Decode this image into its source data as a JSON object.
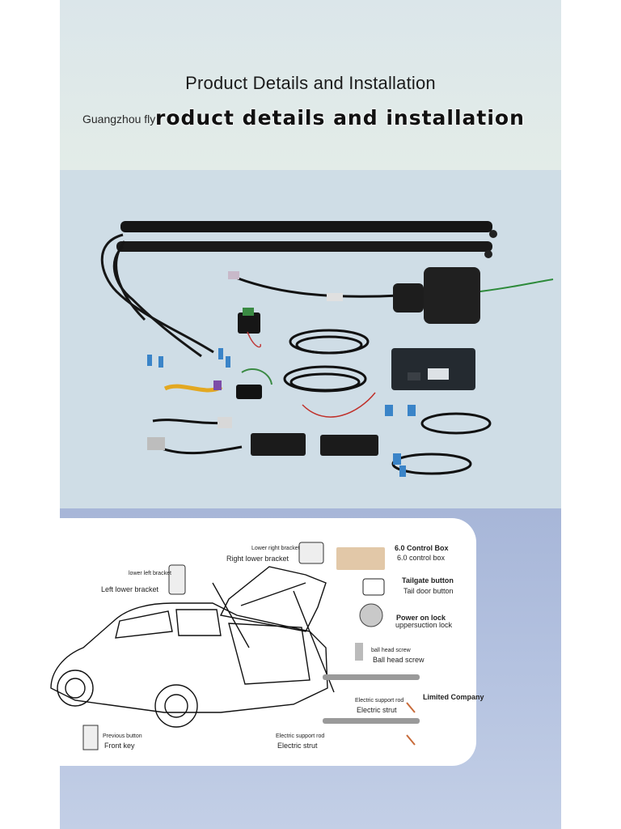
{
  "header": {
    "title": "Product Details and Installation",
    "company": "Guangzhou fly",
    "subtitle": "roduct details and installation"
  },
  "diagram": {
    "labels": {
      "lower_right_bracket_en": "Lower right bracket",
      "right_lower_bracket": "Right lower bracket",
      "lower_left_bracket": "lower left bracket",
      "left_lower_bracket": "Left lower bracket",
      "control_box_bold": "6.0 Control Box",
      "control_box": "6.0 control box",
      "tailgate_button": "Tailgate button",
      "tail_door_button": "Tail door button",
      "power_on_lock": "Power on lock",
      "suction_lock": "uppersuction lock",
      "ball_head_screw_small": "ball head screw",
      "ball_head_screw": "Ball head screw",
      "limited_company": "Limited Company",
      "electric_support_rod_1": "Electric support rod",
      "electric_strut_1": "Electric strut",
      "electric_support_rod_2": "Electric support rod",
      "electric_strut_2": "Electric strut",
      "previous_button": "Previous button",
      "front_key": "Front key"
    }
  },
  "colors": {
    "top_bg": "#e0e9e9",
    "mid_bg": "#cfdde6",
    "bottom_bg": "#b0bedd",
    "card_bg": "#ffffff"
  }
}
